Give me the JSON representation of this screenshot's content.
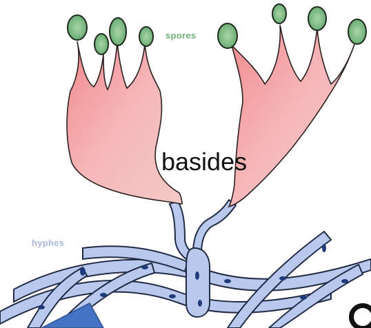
{
  "labels": {
    "spores": "spores",
    "basides": "basides",
    "hyphes": "hyphes"
  },
  "colors": {
    "spore_fill": "#6fb07a",
    "basidium_fill": "#f4b3b5",
    "hypha_fill": "#b9c9ee",
    "arrow_fill": "#4472c4"
  },
  "icons": {
    "arrow": "blue-arrow-icon"
  }
}
